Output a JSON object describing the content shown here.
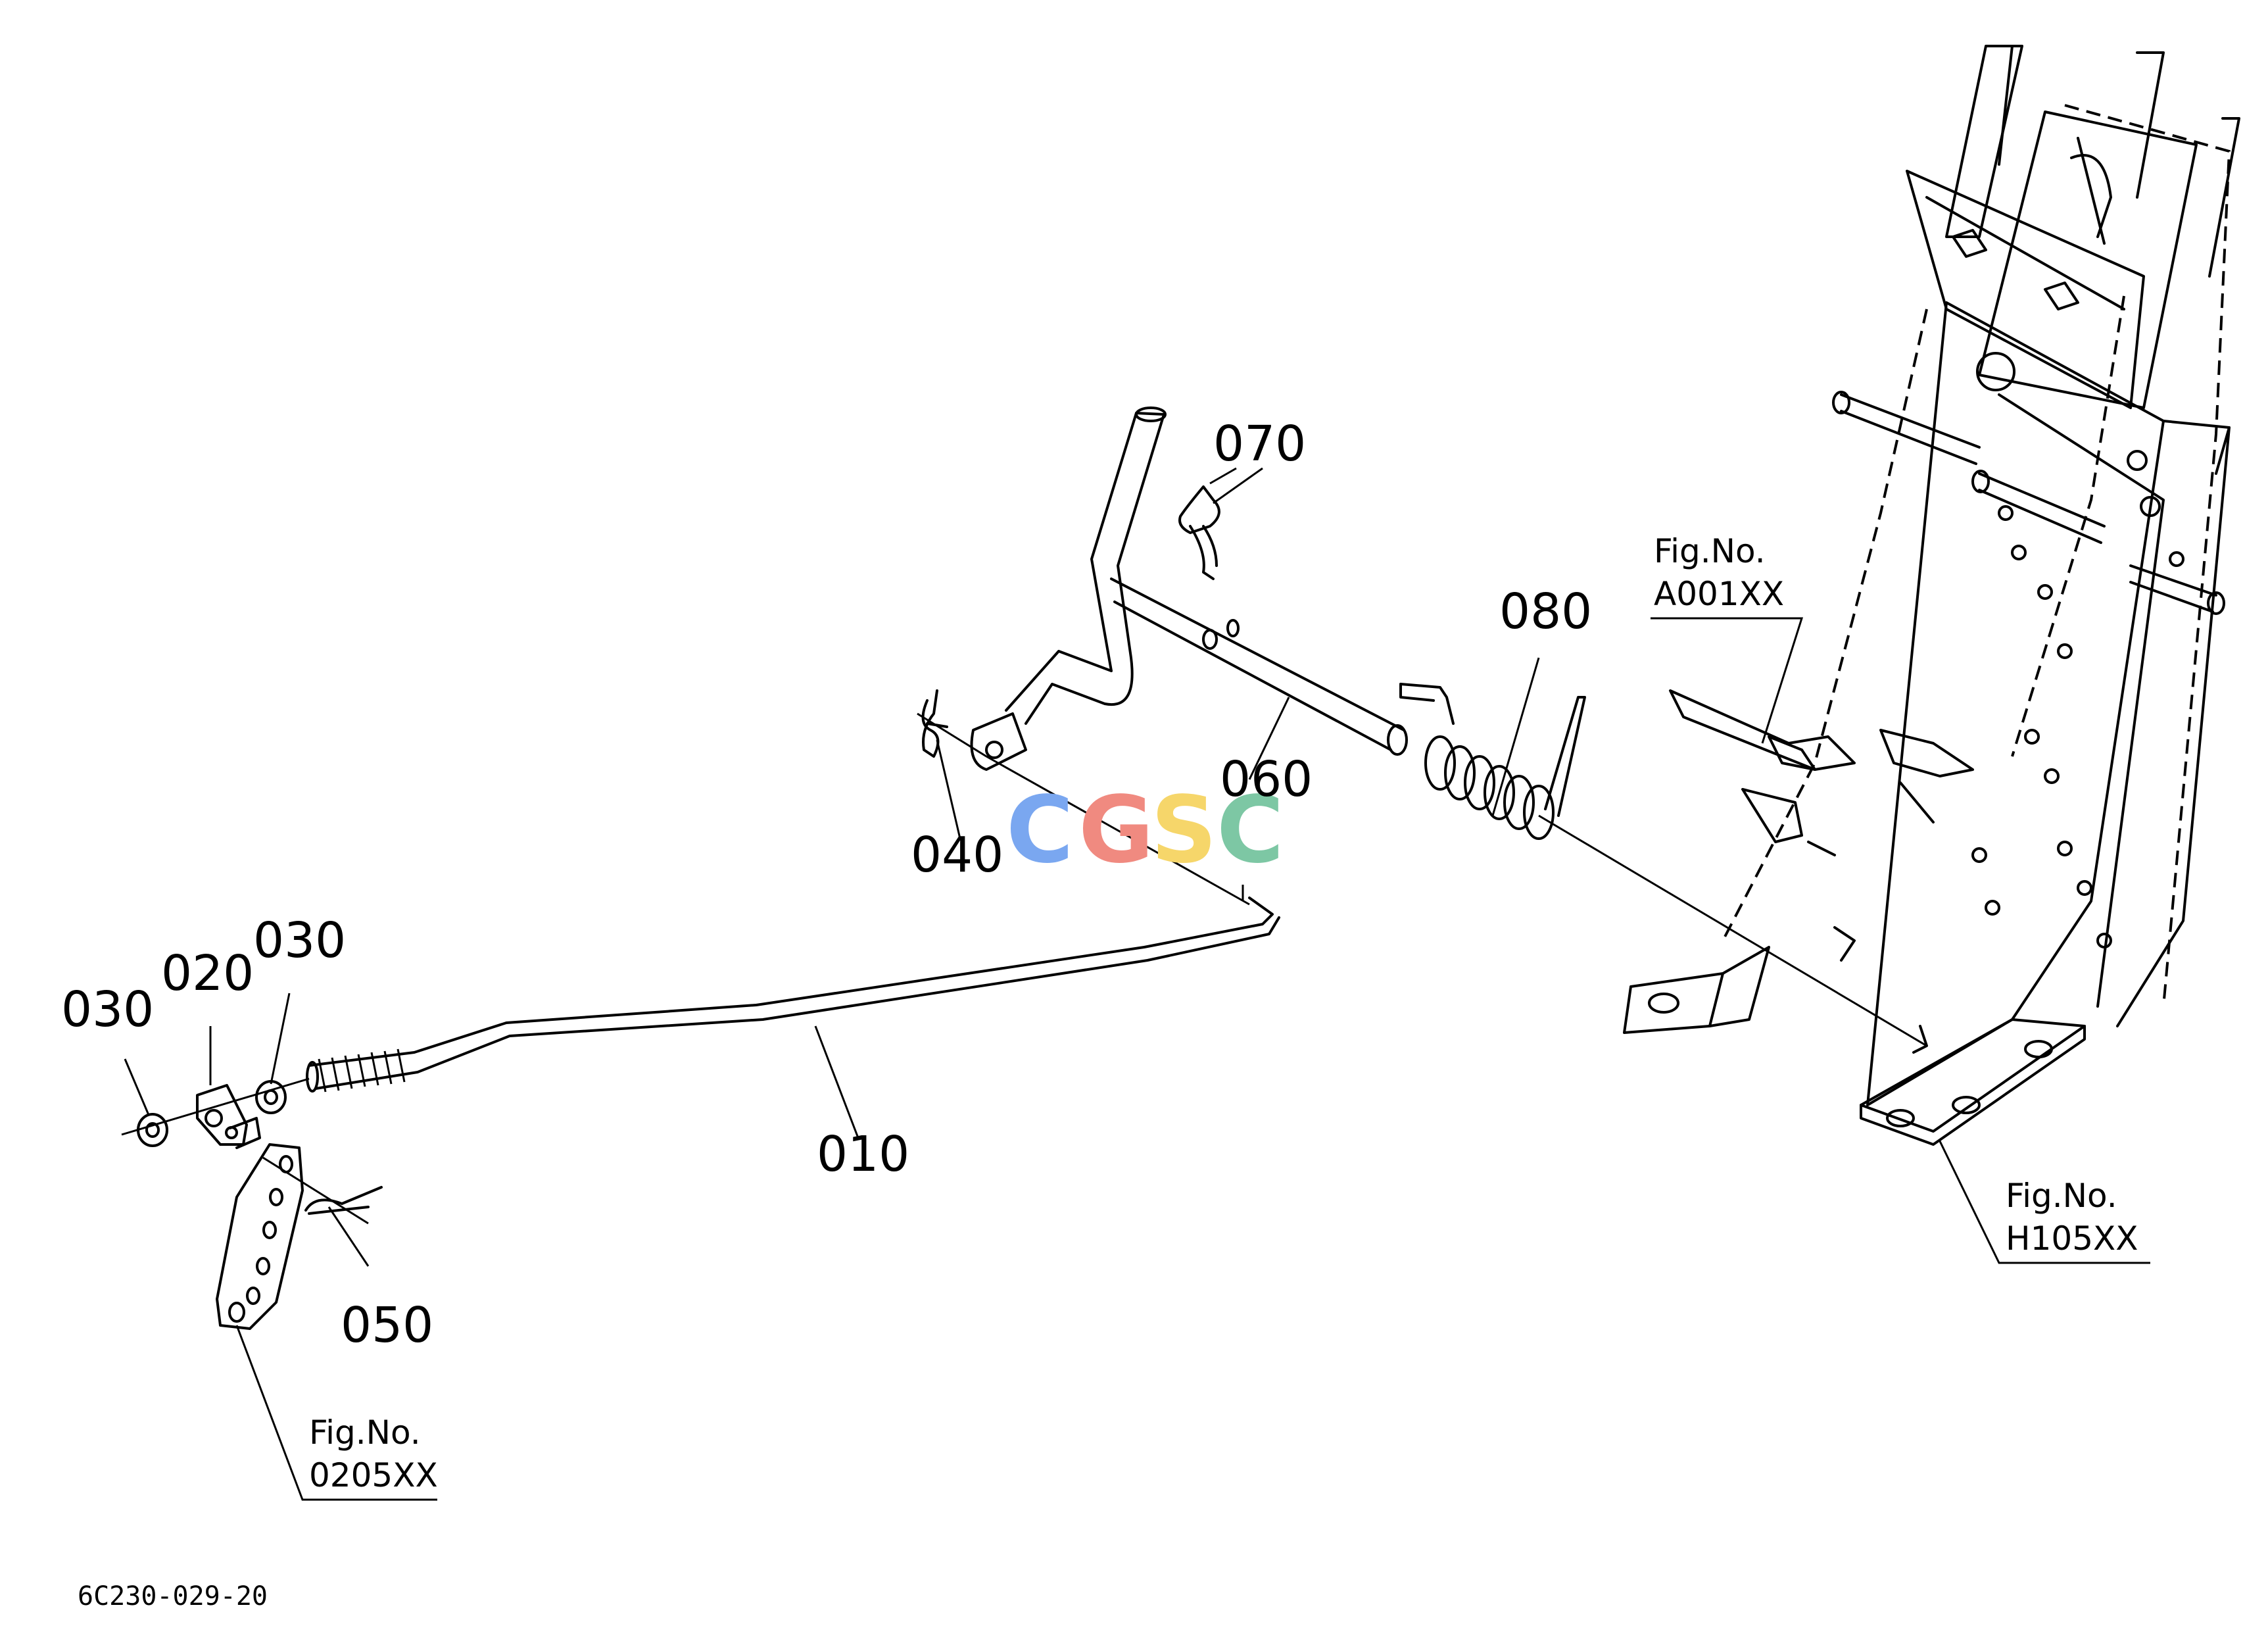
{
  "parts": [
    {
      "label": "010"
    },
    {
      "label": "020"
    },
    {
      "label": "030"
    },
    {
      "label": "030"
    },
    {
      "label": "040"
    },
    {
      "label": "050"
    },
    {
      "label": "060"
    },
    {
      "label": "070"
    },
    {
      "label": "080"
    }
  ],
  "figure_refs": [
    {
      "line1": "Fig.No.",
      "line2": "A001XX"
    },
    {
      "line1": "Fig.No.",
      "line2": "H105XX"
    },
    {
      "line1": "Fig.No.",
      "line2": "0205XX"
    }
  ],
  "diagram_code": "6C230-029-20",
  "watermark": {
    "letters": [
      "C",
      "G",
      "S",
      "C"
    ],
    "colors": [
      "#7aa7f0",
      "#f08a80",
      "#f6d66a",
      "#7dc7a4"
    ]
  }
}
